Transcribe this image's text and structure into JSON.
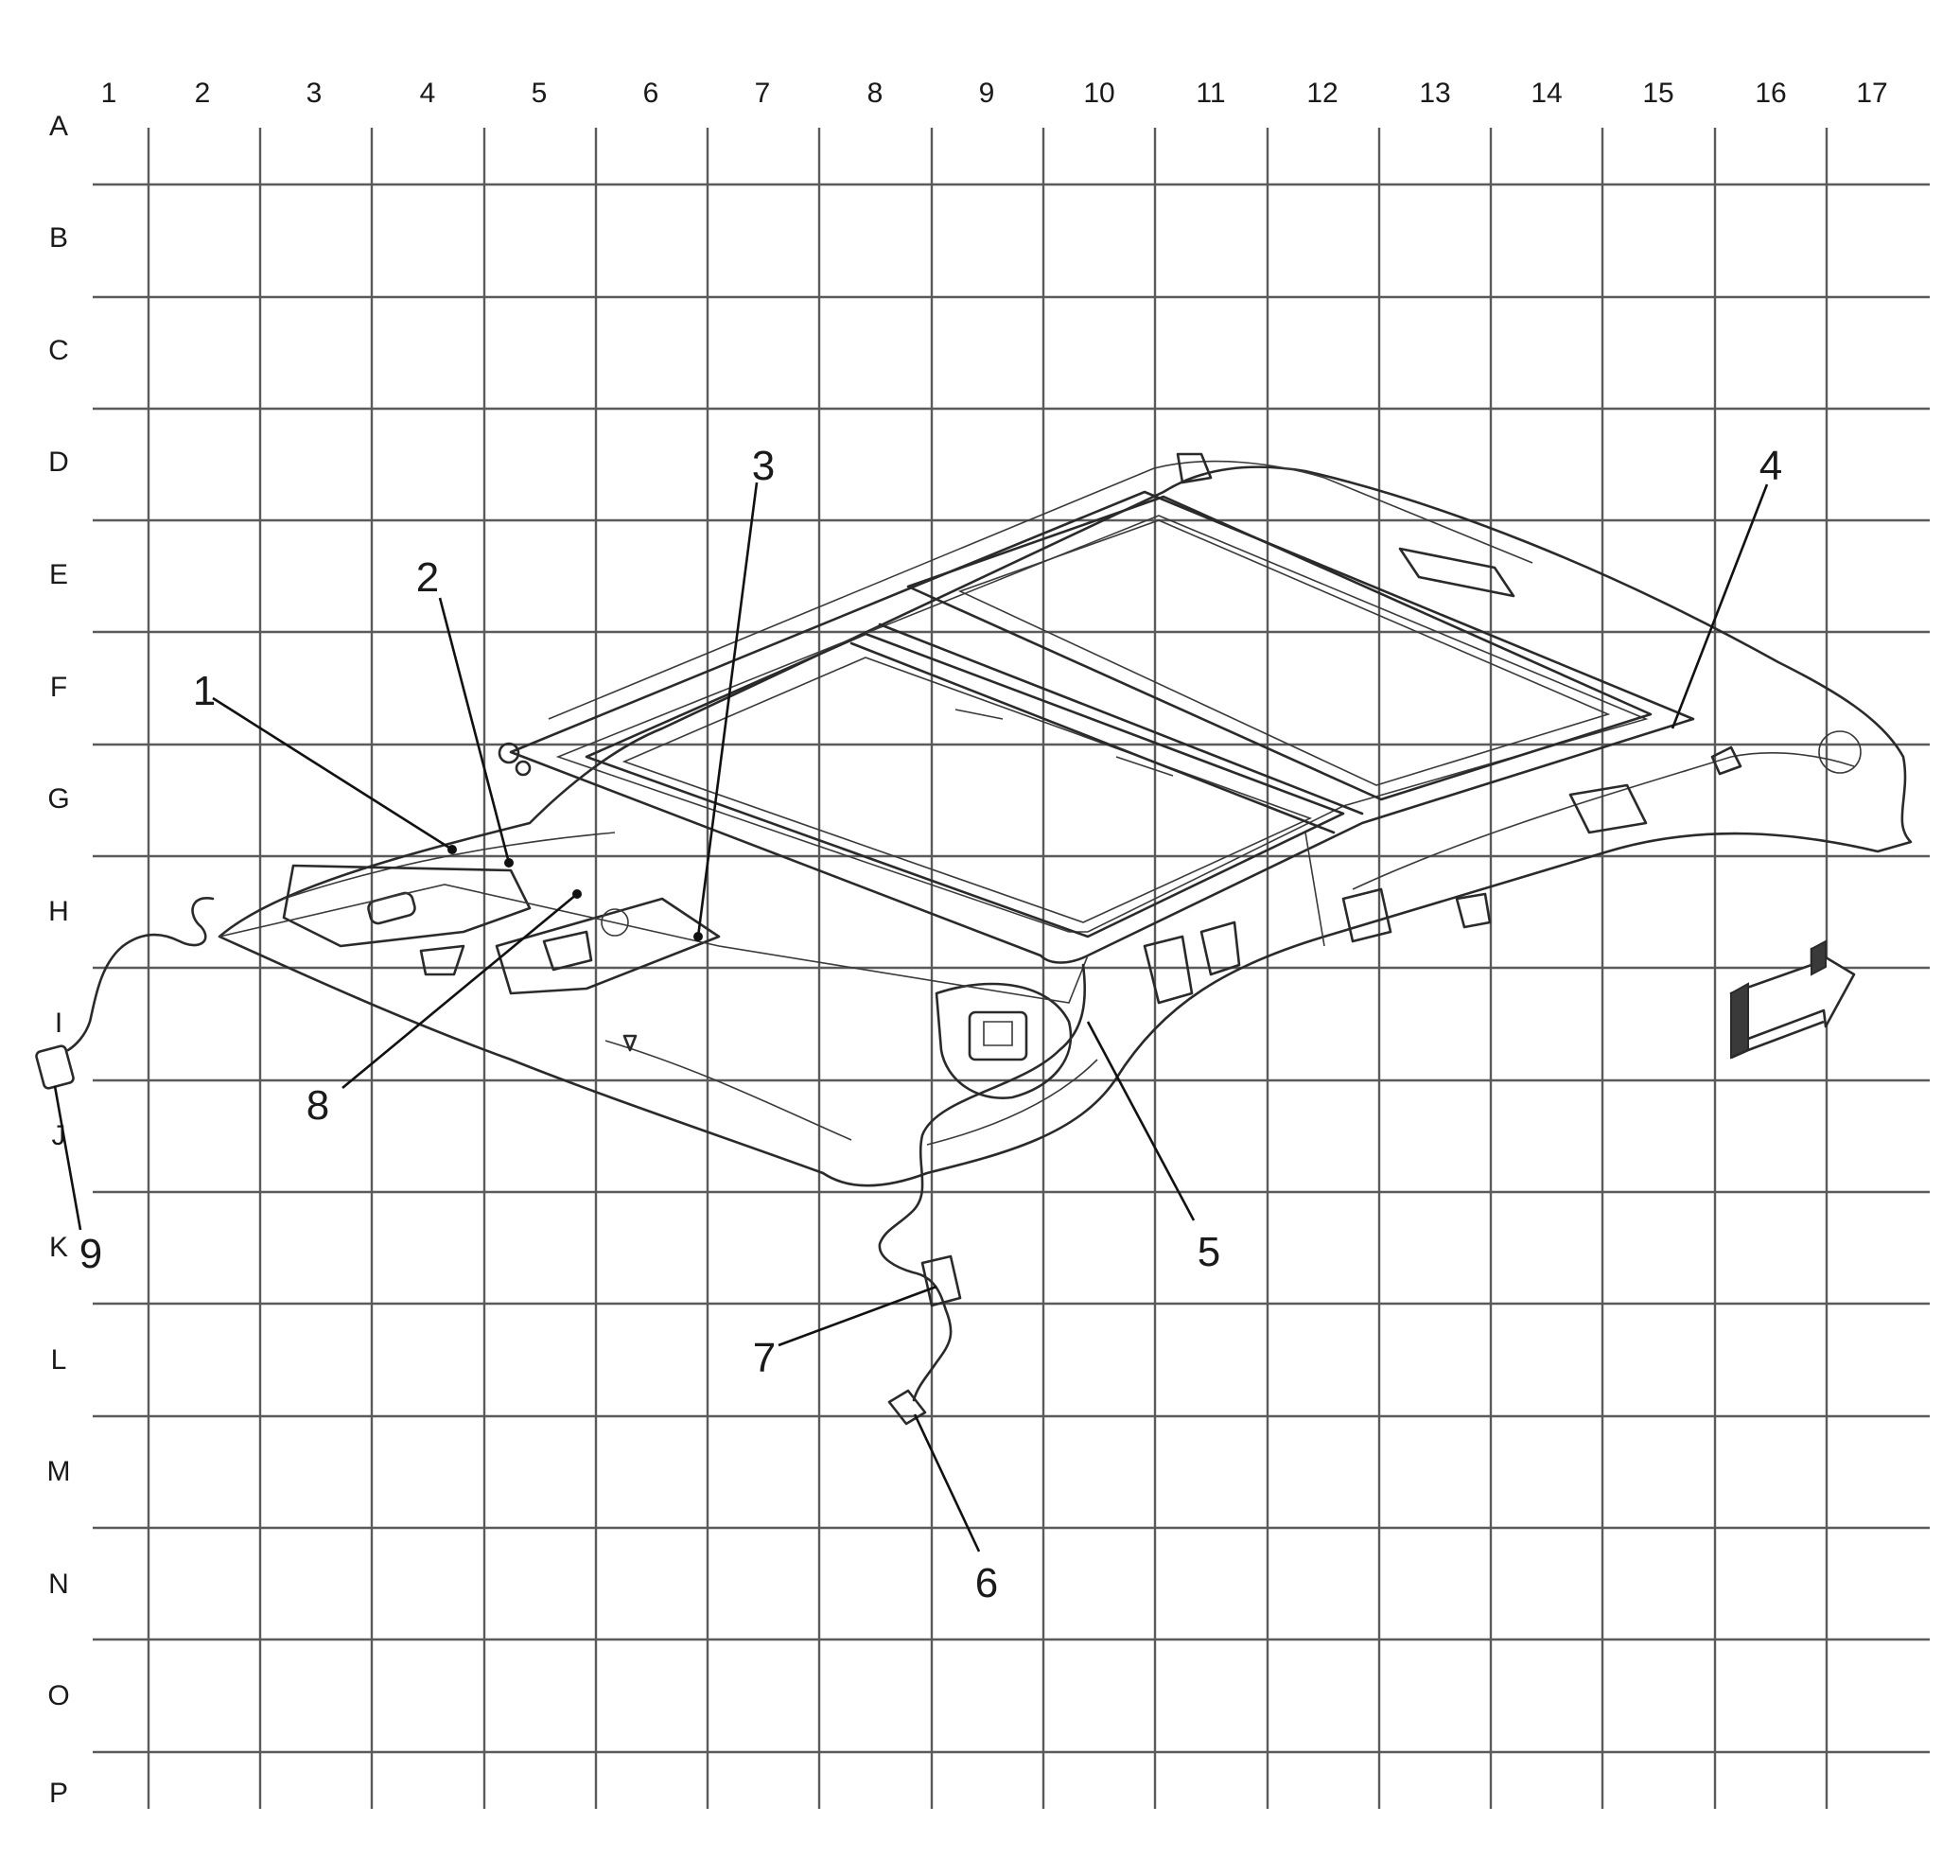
{
  "grid": {
    "columns": [
      "1",
      "2",
      "3",
      "4",
      "5",
      "6",
      "7",
      "8",
      "9",
      "10",
      "11",
      "12",
      "13",
      "14",
      "15",
      "16",
      "17"
    ],
    "rows": [
      "A",
      "B",
      "C",
      "D",
      "E",
      "F",
      "G",
      "H",
      "I",
      "J",
      "K",
      "L",
      "M",
      "N",
      "O",
      "P"
    ]
  },
  "callouts": [
    "1",
    "2",
    "3",
    "4",
    "5",
    "6",
    "7",
    "8",
    "9"
  ],
  "colors": {
    "ink": "#2a2a2a",
    "grid": "#5a5a5a",
    "arrow_dark": "#3a3a3a",
    "background": "#ffffff"
  },
  "icons": [
    "front-direction-arrow-icon"
  ]
}
